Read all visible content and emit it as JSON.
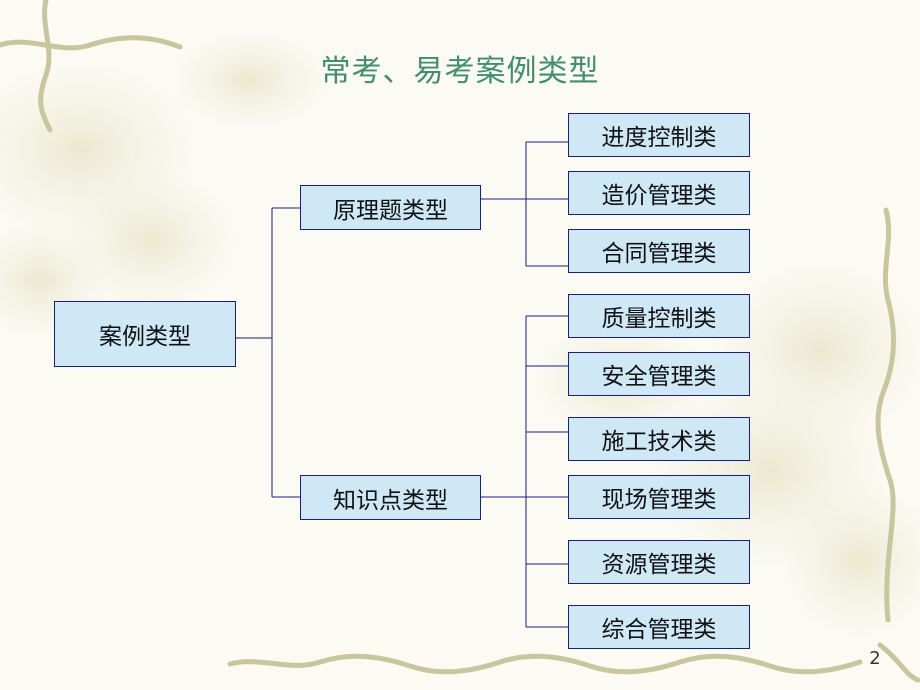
{
  "title": "常考、易考案例类型",
  "root": "案例类型",
  "branches": [
    {
      "label": "原理题类型",
      "children": [
        "进度控制类",
        "造价管理类",
        "合同管理类"
      ]
    },
    {
      "label": "知识点类型",
      "children": [
        "质量控制类",
        "安全管理类",
        "施工技术类",
        "现场管理类",
        "资源管理类",
        "综合管理类"
      ]
    }
  ],
  "page_number": "2",
  "colors": {
    "title": "#3f8f6f",
    "node_fill": "#cfe8f6",
    "node_border": "#1c1c8c",
    "connector": "#1c1c8c"
  }
}
